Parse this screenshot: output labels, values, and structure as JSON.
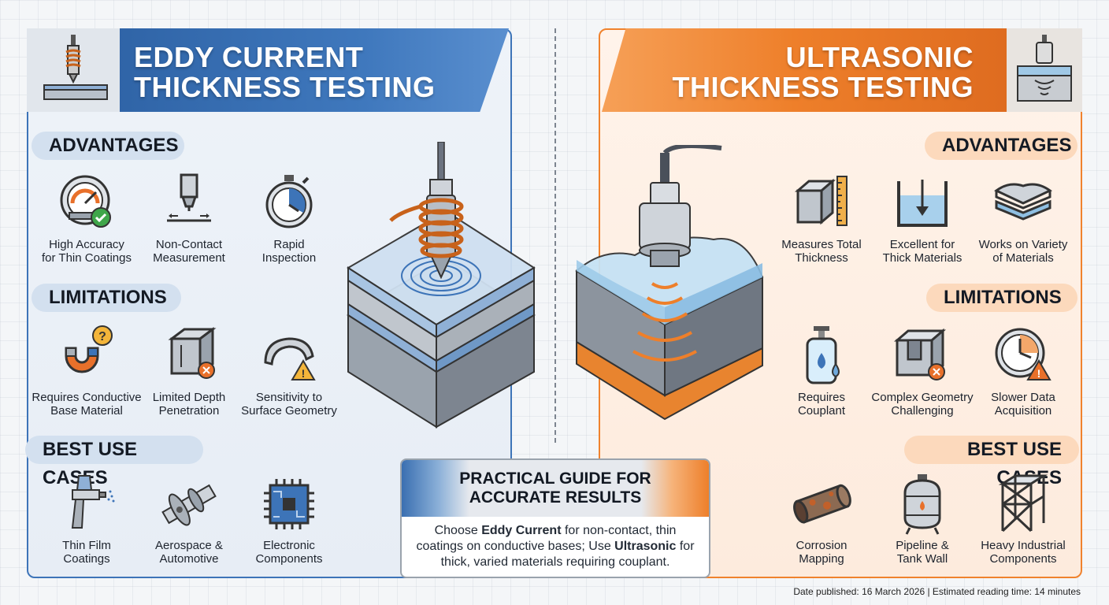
{
  "eddy": {
    "title_line1": "EDDY CURRENT",
    "title_line2": "THICKNESS TESTING",
    "advantages_heading": "ADVANTAGES",
    "advantages": [
      {
        "label": "High Accuracy\nfor Thin Coatings",
        "icon": "gauge-check-icon"
      },
      {
        "label": "Non-Contact\nMeasurement",
        "icon": "probe-icon"
      },
      {
        "label": "Rapid\nInspection",
        "icon": "stopwatch-icon"
      }
    ],
    "limitations_heading": "LIMITATIONS",
    "limitations": [
      {
        "label": "Requires Conductive\nBase Material",
        "icon": "magnet-question-icon"
      },
      {
        "label": "Limited Depth\nPenetration",
        "icon": "cube-depth-icon"
      },
      {
        "label": "Sensitivity to\nSurface Geometry",
        "icon": "curved-surface-warning-icon"
      }
    ],
    "use_cases_heading": "BEST USE CASES",
    "use_cases": [
      {
        "label": "Thin Film\nCoatings",
        "icon": "spray-gun-icon"
      },
      {
        "label": "Aerospace &\nAutomotive",
        "icon": "turbine-shaft-icon"
      },
      {
        "label": "Electronic\nComponents",
        "icon": "microchip-icon"
      }
    ]
  },
  "ultrasonic": {
    "title_line1": "ULTRASONIC",
    "title_line2": "THICKNESS TESTING",
    "advantages_heading": "ADVANTAGES",
    "advantages": [
      {
        "label": "Measures Total\nThickness",
        "icon": "cube-ruler-icon"
      },
      {
        "label": "Excellent for\nThick Materials",
        "icon": "container-arrow-icon"
      },
      {
        "label": "Works on Variety\nof Materials",
        "icon": "layers-icon"
      }
    ],
    "limitations_heading": "LIMITATIONS",
    "limitations": [
      {
        "label": "Requires\nCouplant",
        "icon": "gel-bottle-icon"
      },
      {
        "label": "Complex Geometry\nChallenging",
        "icon": "complex-block-icon"
      },
      {
        "label": "Slower Data\nAcquisition",
        "icon": "clock-warning-icon"
      }
    ],
    "use_cases_heading": "BEST USE CASES",
    "use_cases": [
      {
        "label": "Corrosion\nMapping",
        "icon": "corroded-pipe-icon"
      },
      {
        "label": "Pipeline &\nTank Wall",
        "icon": "tank-icon"
      },
      {
        "label": "Heavy Industrial\nComponents",
        "icon": "steel-frame-icon"
      }
    ]
  },
  "guide": {
    "title_line1": "PRACTICAL GUIDE FOR",
    "title_line2": "ACCURATE RESULTS",
    "text_1": "Choose ",
    "text_eddy": "Eddy Current",
    "text_2": " for non-contact, thin coatings on conductive bases; Use ",
    "text_ultra": "Ultrasonic",
    "text_3": " for thick, varied materials requiring couplant."
  },
  "footer": "Date published: 16 March 2026 | Estimated reading time: 14 minutes",
  "colors": {
    "eddy_blue": "#3d74b8",
    "ultrasonic_orange": "#ee7f2a",
    "warning_orange": "#e8702a",
    "check_green": "#3fa64a"
  }
}
